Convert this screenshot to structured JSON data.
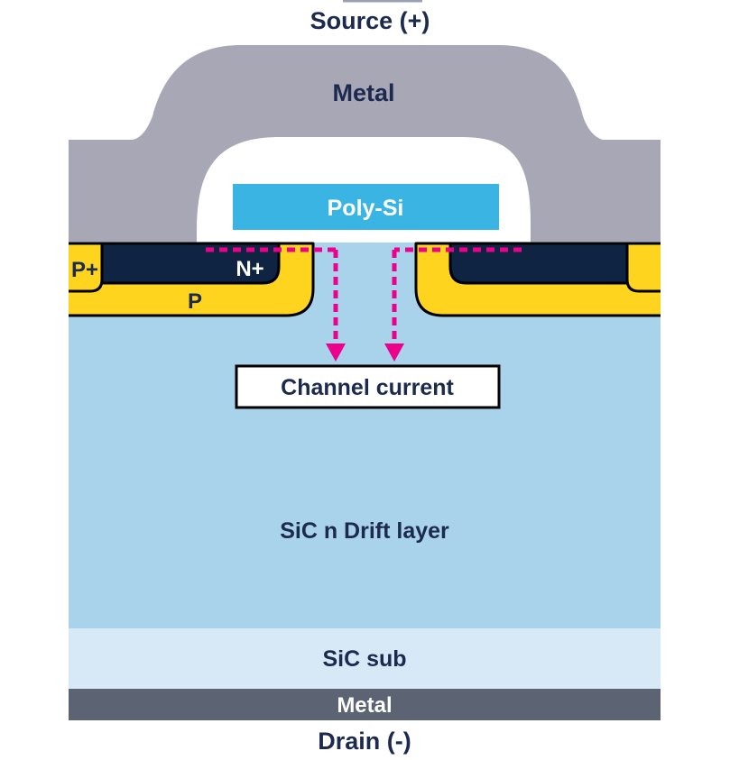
{
  "labels": {
    "source_terminal": "Source (+)",
    "source_metal": "Metal",
    "gate_poly": "Poly-Si",
    "p_plus_region": "P+",
    "n_plus_region": "N+",
    "p_well_region": "P",
    "channel_current": "Channel current",
    "drift_layer": "SiC n Drift layer",
    "substrate": "SiC sub",
    "drain_metal": "Metal",
    "drain_terminal": "Drain (-)"
  },
  "colors": {
    "background": "#ffffff",
    "source_metal_gray": "#a8a7b5",
    "gate_oxide_white": "#ffffff",
    "poly_si_blue": "#3ab5e3",
    "n_plus_navy": "#0f2342",
    "p_well_yellow": "#ffd41f",
    "drift_blue": "#a9d3eb",
    "substrate_blue": "#d7e9f7",
    "drain_metal_slate": "#5c6372",
    "current_magenta": "#ec008c",
    "outline_black": "#000000",
    "text_navy": "#1b2a4e",
    "text_white": "#ffffff",
    "artifact_gray": "#9aa0b0"
  }
}
